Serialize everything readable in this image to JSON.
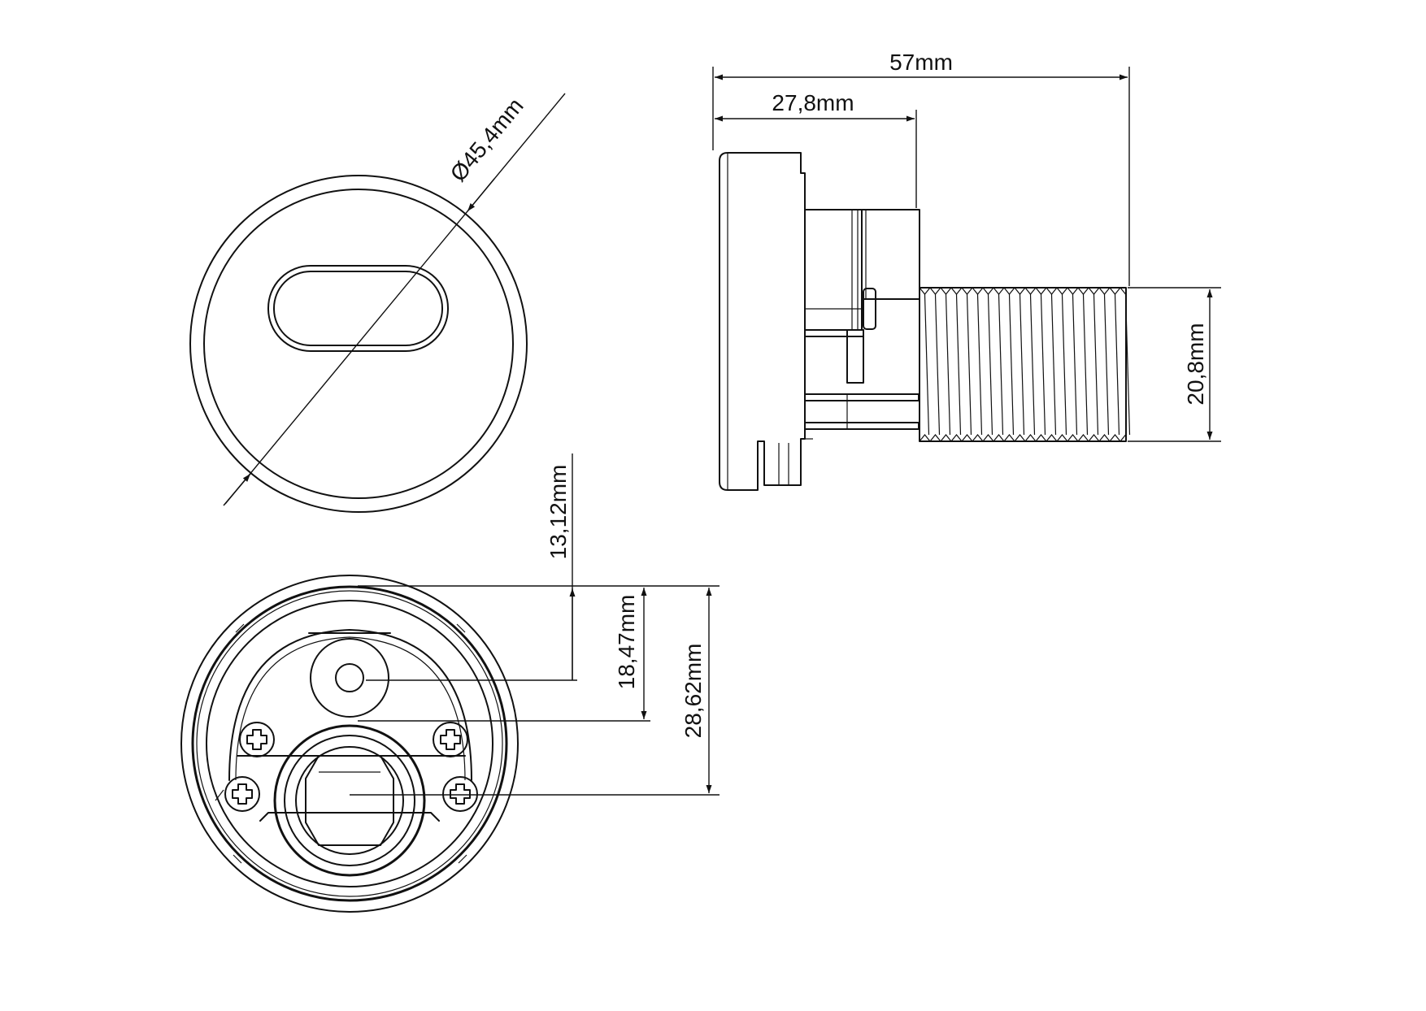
{
  "dimensions": {
    "diameter": "Ø45,4mm",
    "total_length": "57mm",
    "rosette_depth": "27,8mm",
    "thread_diameter": "20,8mm",
    "offset_top": "13,12mm",
    "offset_mid": "18,47mm",
    "offset_bottom": "28,62mm"
  },
  "colors": {
    "line": "#111111",
    "background": "#ffffff",
    "accent_stroke": "#00bcd4"
  }
}
